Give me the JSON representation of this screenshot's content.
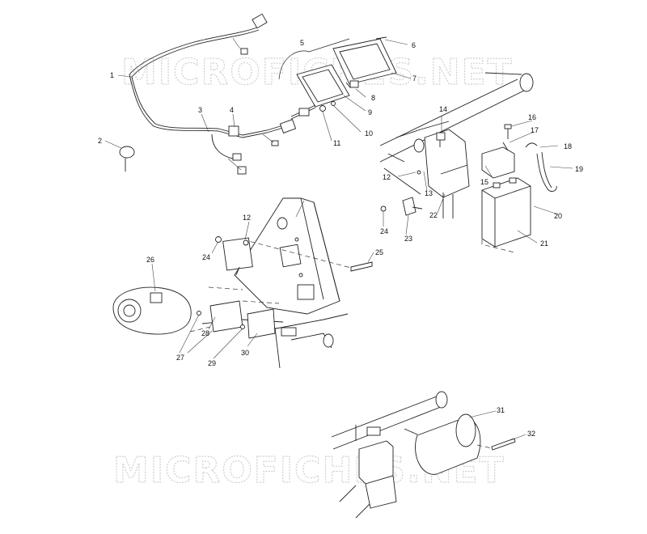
{
  "diagram": {
    "watermarks": [
      "MICROFICHES.NET",
      "MICROFICHES.NET"
    ],
    "callouts": [
      {
        "id": "c1",
        "text": "1"
      },
      {
        "id": "c2",
        "text": "2"
      },
      {
        "id": "c3",
        "text": "3"
      },
      {
        "id": "c4",
        "text": "4"
      },
      {
        "id": "c5",
        "text": "5"
      },
      {
        "id": "c6",
        "text": "6"
      },
      {
        "id": "c7",
        "text": "7"
      },
      {
        "id": "c8",
        "text": "8"
      },
      {
        "id": "c9",
        "text": "9"
      },
      {
        "id": "c10",
        "text": "10"
      },
      {
        "id": "c11",
        "text": "11"
      },
      {
        "id": "c12a",
        "text": "12"
      },
      {
        "id": "c12b",
        "text": "12"
      },
      {
        "id": "c13",
        "text": "13"
      },
      {
        "id": "c14",
        "text": "14"
      },
      {
        "id": "c15",
        "text": "15"
      },
      {
        "id": "c16",
        "text": "16"
      },
      {
        "id": "c17",
        "text": "17"
      },
      {
        "id": "c18",
        "text": "18"
      },
      {
        "id": "c19",
        "text": "19"
      },
      {
        "id": "c20",
        "text": "20"
      },
      {
        "id": "c21",
        "text": "21"
      },
      {
        "id": "c22",
        "text": "22"
      },
      {
        "id": "c23",
        "text": "23"
      },
      {
        "id": "c24a",
        "text": "24"
      },
      {
        "id": "c24b",
        "text": "24"
      },
      {
        "id": "c25",
        "text": "25"
      },
      {
        "id": "c26",
        "text": "26"
      },
      {
        "id": "c27",
        "text": "27"
      },
      {
        "id": "c28",
        "text": "28"
      },
      {
        "id": "c29",
        "text": "29"
      },
      {
        "id": "c30",
        "text": "30"
      },
      {
        "id": "c31",
        "text": "31"
      },
      {
        "id": "c32",
        "text": "32"
      }
    ]
  }
}
